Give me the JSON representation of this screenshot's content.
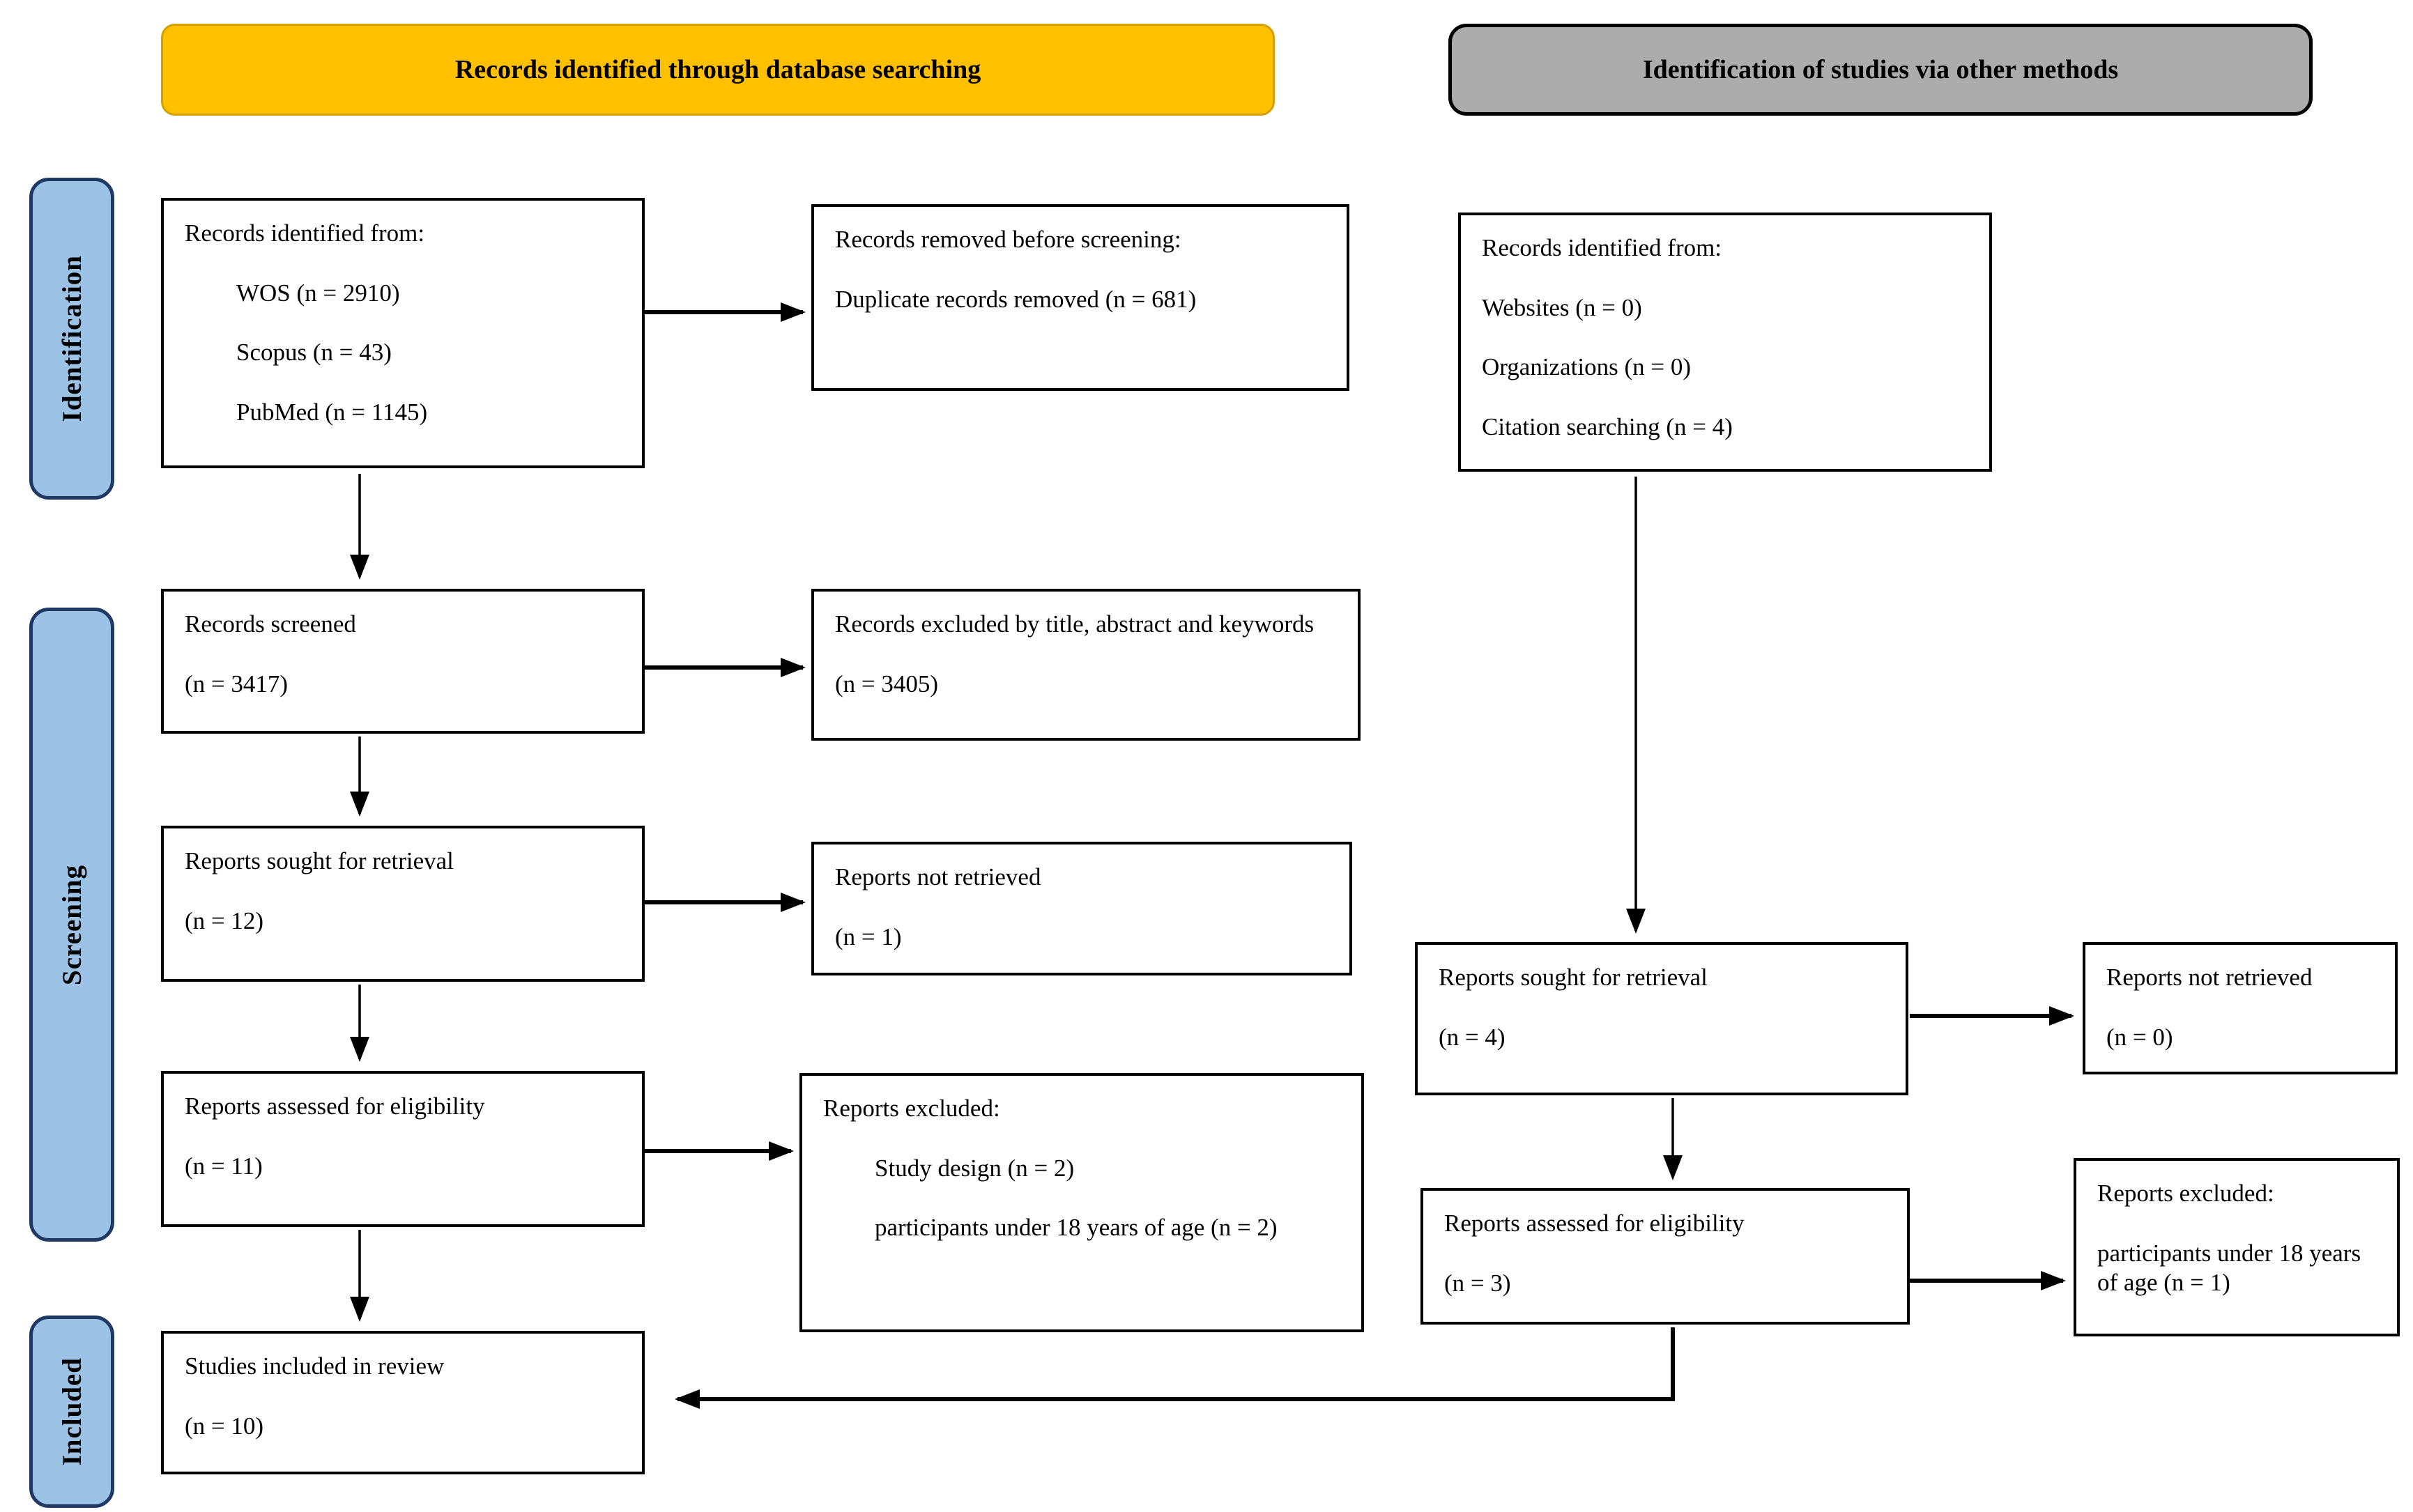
{
  "headers": {
    "database": "Records identified through database searching",
    "other": "Identification of studies via other methods"
  },
  "sidebar": {
    "identification": "Identification",
    "screening": "Screening",
    "included": "Included"
  },
  "left_flow": {
    "identified": {
      "title": "Records identified from:",
      "items": [
        "WOS (n = 2910)",
        "Scopus (n = 43)",
        "PubMed (n = 1145)"
      ]
    },
    "removed": {
      "title": "Records removed before screening:",
      "items": [
        "Duplicate records removed (n = 681)"
      ]
    },
    "screened": {
      "title": "Records screened",
      "count": "(n = 3417)"
    },
    "excluded_screening": {
      "title": "Records excluded by title, abstract and keywords",
      "count": "(n = 3405)"
    },
    "sought": {
      "title": "Reports sought for retrieval",
      "count": "(n = 12)"
    },
    "not_retrieved": {
      "title": "Reports not retrieved",
      "count": "(n = 1)"
    },
    "assessed": {
      "title": "Reports assessed for eligibility",
      "count": "(n = 11)"
    },
    "excluded_eligibility": {
      "title": "Reports excluded:",
      "items": [
        "Study design (n = 2)",
        "participants under 18 years of age (n = 2)"
      ]
    },
    "included": {
      "title": "Studies included in review",
      "count": "(n = 10)"
    }
  },
  "right_flow": {
    "identified": {
      "title": "Records identified from:",
      "items": [
        "Websites (n = 0)",
        "Organizations (n = 0)",
        "Citation searching (n = 4)"
      ]
    },
    "sought": {
      "title": "Reports sought for retrieval",
      "count": "(n = 4)"
    },
    "not_retrieved": {
      "title": "Reports not retrieved",
      "count": "(n = 0)"
    },
    "assessed": {
      "title": "Reports assessed for eligibility",
      "count": "(n = 3)"
    },
    "excluded": {
      "title": "Reports excluded:",
      "items": [
        "participants under 18 years of age (n = 1)"
      ]
    }
  },
  "colors": {
    "header_database_bg": "#FFC000",
    "header_other_bg": "#ACACAC",
    "sidebar_bg": "#9CC3E5",
    "box_border": "#000000",
    "arrow": "#000000"
  }
}
